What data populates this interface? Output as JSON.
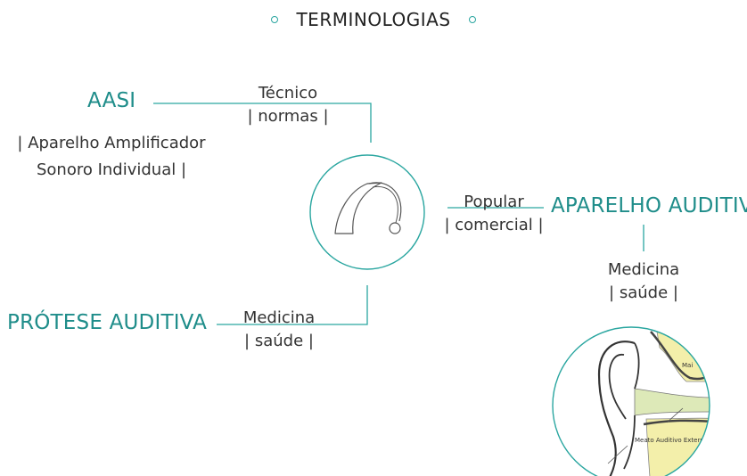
{
  "title": "TERMINOLOGIAS",
  "terms": {
    "aasi": "AASI",
    "aasi_desc_line1": "| Aparelho Amplificador",
    "aasi_desc_line2": "Sonoro Individual |",
    "protese": "PRÓTESE AUDITIVA",
    "aparelho": "APARELHO AUDITIVO"
  },
  "labels": {
    "tecnico": "Técnico",
    "normas": "| normas |",
    "popular": "Popular",
    "comercial": "| comercial |",
    "medicina_left": "Medicina",
    "saude_left": "| saúde |",
    "medicina_right": "Medicina",
    "saude_right": "| saúde |"
  },
  "ear_image": {
    "label_top": "Mai",
    "label_canal": "Meato Auditivo Exterr"
  },
  "colors": {
    "accent": "#2aa6a0",
    "term_text": "#1f8d8a"
  },
  "icons": {
    "center": "hearing-aid-icon",
    "ear": "ear-anatomy-illustration"
  }
}
